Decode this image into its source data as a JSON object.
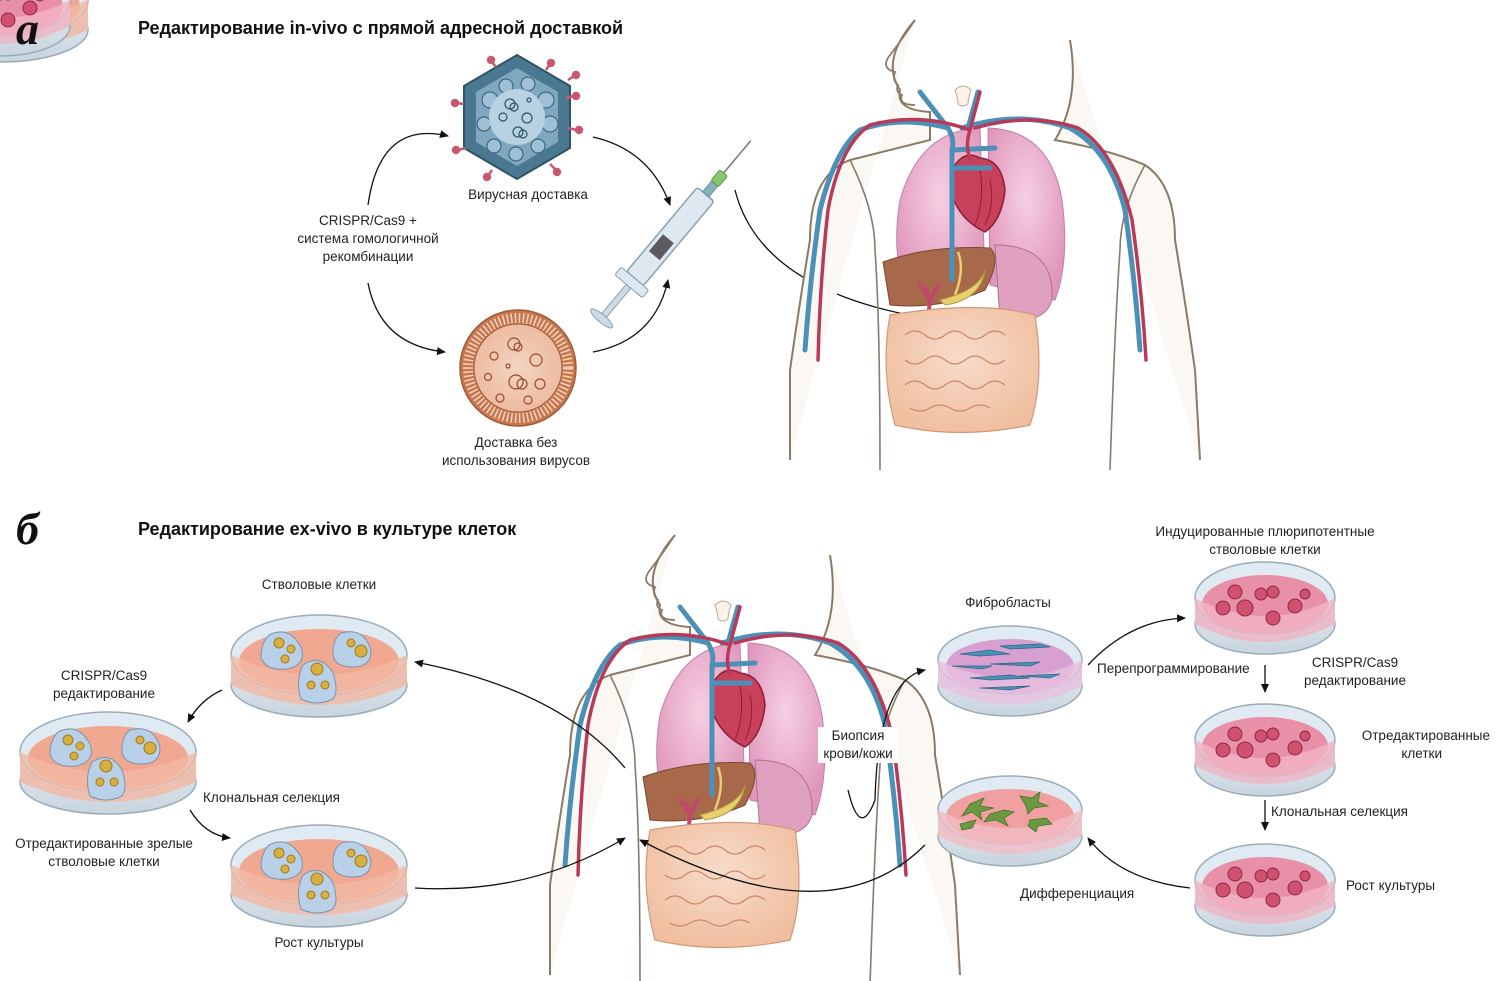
{
  "panel_a": {
    "letter": "а",
    "title": "Редактирование in-vivo с прямой адресной доставкой",
    "labels": {
      "crispr": [
        "CRISPR/Cas9 +",
        "система гомологичной",
        "рекомбинации"
      ],
      "viral": "Вирусная доставка",
      "nonviral": [
        "Доставка без",
        "использования вирусов"
      ]
    }
  },
  "panel_b": {
    "letter": "б",
    "title": "Редактирование ex-vivo в культуре клеток",
    "left_cycle": {
      "stem_cells": "Стволовые клетки",
      "crispr_editing": [
        "CRISPR/Cas9",
        "редактирование"
      ],
      "clonal_selection": "Клональная селекция",
      "edited_mature": [
        "Отредактированные зрелые",
        "стволовые клетки"
      ],
      "culture_growth": "Рост культуры"
    },
    "right_cycle": {
      "biopsy": [
        "Биопсия",
        "крови/кожи"
      ],
      "fibroblasts": "Фибробласты",
      "ipsc": [
        "Индуцированные плюрипотентные",
        "стволовые клетки"
      ],
      "reprogramming": "Перепрограммирование",
      "crispr_editing": [
        "CRISPR/Cas9",
        "редактирование"
      ],
      "edited_cells": [
        "Отредактированные",
        "клетки"
      ],
      "clonal_selection": "Клональная селекция",
      "culture_growth": "Рост культуры",
      "differentiation": "Дифференциация"
    }
  },
  "colors": {
    "skin_outline": "#8a7a68",
    "vein": "#4a90b8",
    "artery": "#b83a58",
    "lung": "#e8a8c8",
    "heart": "#c8405a",
    "liver": "#a8684a",
    "gallbladder": "#e8d070",
    "intestine": "#f0c0a0",
    "virus": "#4a7890",
    "virus_spike": "#c85870",
    "nanoparticle": "#c87850",
    "dish_orange": "#f0a890",
    "dish_pink": "#e890a8",
    "dish_fibro": "#d8a0d0",
    "stem_blue": "#b8d0e8",
    "stem_yellow": "#d8b040",
    "ipsc_red": "#d05070",
    "diff_green": "#6a9a40"
  }
}
